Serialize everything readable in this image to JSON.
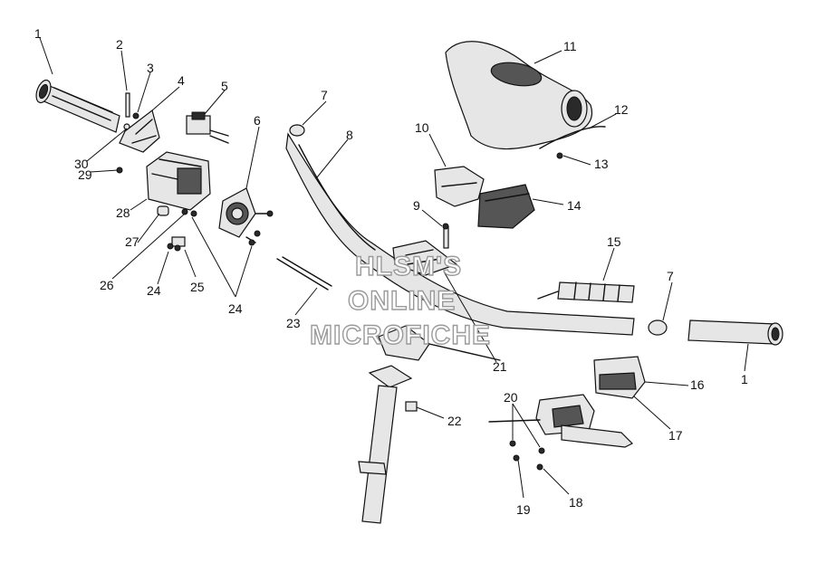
{
  "watermark": {
    "line1": "HLSM'S",
    "line2": "ONLINE",
    "line3": "MICROFICHE"
  },
  "callouts": {
    "c1a": "1",
    "c2": "2",
    "c3": "3",
    "c4": "4",
    "c5": "5",
    "c6": "6",
    "c7a": "7",
    "c8": "8",
    "c9": "9",
    "c10": "10",
    "c11": "11",
    "c12": "12",
    "c13": "13",
    "c14": "14",
    "c15": "15",
    "c7b": "7",
    "c1b": "1",
    "c16": "16",
    "c17": "17",
    "c20": "20",
    "c21": "21",
    "c22": "22",
    "c23": "23",
    "c24": "24",
    "c25": "25",
    "c26": "26",
    "c27": "27",
    "c28": "28",
    "c29": "29",
    "c30": "30",
    "c18": "18",
    "c19": "19",
    "c24b": "24"
  }
}
